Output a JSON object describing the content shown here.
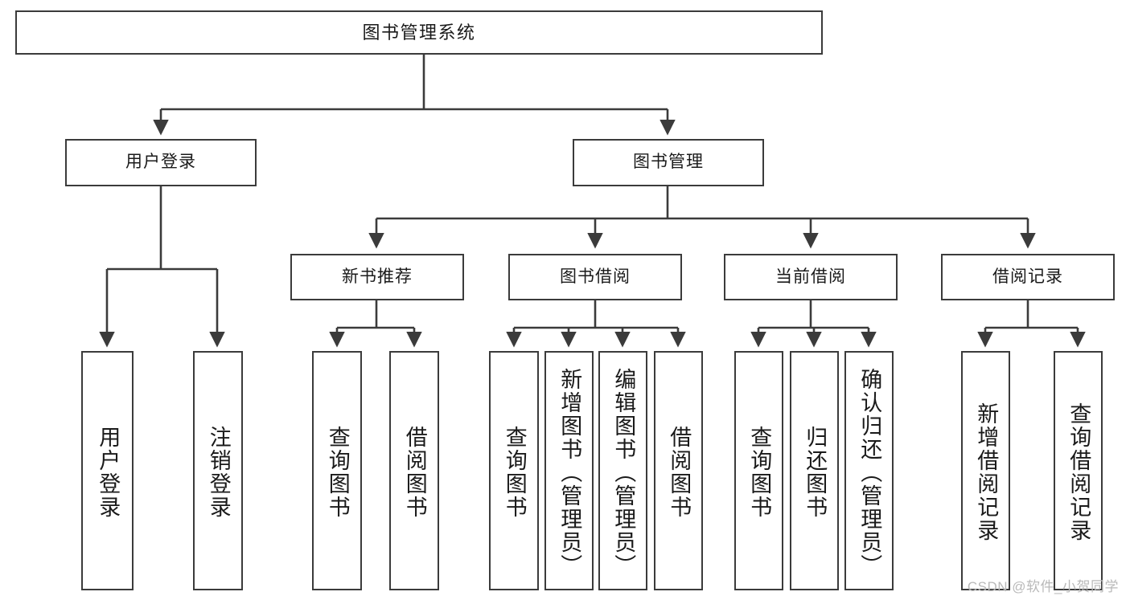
{
  "diagram": {
    "title": "图书管理系统",
    "type": "tree-hierarchy-chart",
    "line_color": "#3b3b3b",
    "box_fill": "#ffffff",
    "text_color": "#1a1a1a",
    "root": {
      "label": "图书管理系统"
    },
    "level2": [
      {
        "label": "用户登录"
      },
      {
        "label": "图书管理"
      }
    ],
    "level3": [
      {
        "label": "新书推荐"
      },
      {
        "label": "图书借阅"
      },
      {
        "label": "当前借阅"
      },
      {
        "label": "借阅记录"
      }
    ],
    "leaves": {
      "user_login": [
        {
          "label": "用户登录"
        },
        {
          "label": "注销登录"
        }
      ],
      "new_book_recommend": [
        {
          "label": "查询图书"
        },
        {
          "label": "借阅图书"
        }
      ],
      "book_borrow": [
        {
          "label": "查询图书"
        },
        {
          "label": "新增图书（管理员）"
        },
        {
          "label": "编辑图书（管理员）"
        },
        {
          "label": "借阅图书"
        }
      ],
      "current_borrow": [
        {
          "label": "查询图书"
        },
        {
          "label": "归还图书"
        },
        {
          "label": "确认归还（管理员）"
        }
      ],
      "borrow_record": [
        {
          "label": "新增借阅记录"
        },
        {
          "label": "查询借阅记录"
        }
      ]
    }
  },
  "watermark": {
    "text": "CSDN @软件_小贺同学"
  }
}
